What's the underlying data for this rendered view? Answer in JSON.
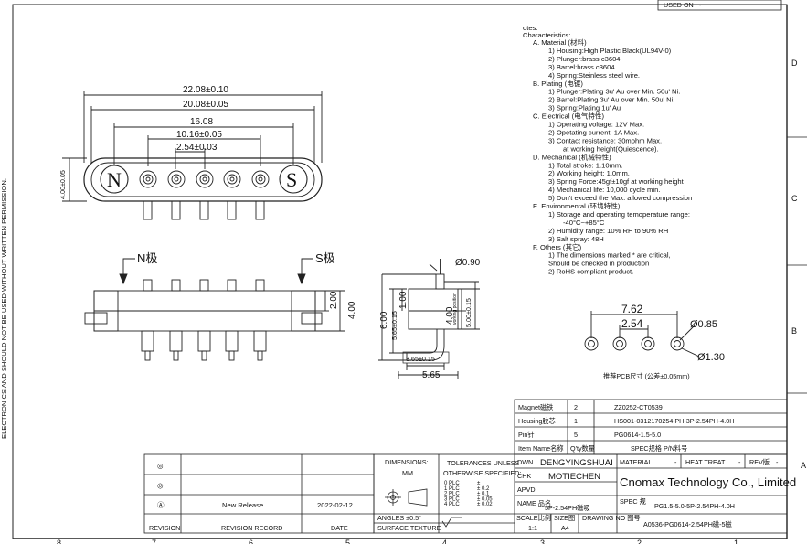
{
  "header_box": {
    "used_on": "USED ON",
    "dash": "-"
  },
  "side_text": "ELECTRONICS AND SHOULD NOT BE USED WITHOUT WRITTEN PERMISSION.",
  "zones_right": [
    "D",
    "C",
    "B",
    "A"
  ],
  "zones_bottom": [
    "8",
    "7",
    "6",
    "5",
    "4",
    "3",
    "2",
    "1"
  ],
  "notes": {
    "title": "otes:",
    "subtitle": "Characteristics:",
    "lines": [
      "A. Material (材料)",
      "1) Housing:High Plastic Black(UL94V-0)",
      "2) Plunger:brass c3604",
      "3) Barrel:brass c3604",
      "4) Spring:Steinless steel wire.",
      "B. Plating (电镀)",
      "1) Plunger:Plating 3u' Au over Min. 50u' Ni.",
      "2) Barrel:Plating 3u' Au over Min. 50u' Ni.",
      "3) Spring:Plating  1u' Au",
      "C. Electrical (电气特性)",
      "1) Operating voltage: 12V Max.",
      "2) Opetating current: 1A Max.",
      "3) Contact resistance: 30mohm Max.",
      "at working height(Quiescence).",
      "D. Mechanical (机械特性)",
      "1) Total stroke: 1.10mm.",
      "2) Working height: 1.0mm.",
      "3) Spring Force:45gf±10gf at working height",
      "4) Mechanical life: 10,000 cycle min.",
      "5) Don't exceed the Max. allowed compression",
      "E. Environmental (环境特性)",
      "1) Storage and operating temoperature range:",
      "-40°C~+85°C",
      "2) Humidity range: 10% RH to 90% RH",
      "3) Salt spray: 48H",
      "F. Others (其它)",
      "1) The dimensions marked * are critical,",
      "Should be checked in production",
      "2) RoHS compliant product."
    ]
  },
  "top_view": {
    "dims": [
      "22.08±0.10",
      "20.08±0.05",
      "16.08",
      "10.16±0.05",
      "2.54±0.03",
      "4.00±0.05"
    ],
    "pole_n": "N",
    "pole_s": "S"
  },
  "front_view": {
    "label_n": "N极",
    "label_s": "S极",
    "dims": [
      "2.00",
      "4.00"
    ]
  },
  "side_view": {
    "dims": [
      "Ø0.90",
      "1.00",
      "5.65±0.15",
      "6.00",
      "4.00",
      "working position",
      "5.00±0.15",
      "3.65±0.15",
      "5.65"
    ]
  },
  "pcb_layout": {
    "dims": [
      "7.62",
      "2.54",
      "Ø0.85",
      "Ø1.30"
    ],
    "caption": "推荐PCB尺寸 (公差±0.05mm)"
  },
  "bom": [
    {
      "name": "Magnet磁铁",
      "qty": "2",
      "pn": "ZZ0252-CT0539"
    },
    {
      "name": "Housing胶芯",
      "qty": "1",
      "pn": "HS001-0312170254 PH-3P-2.54PH-4.0H"
    },
    {
      "name": "Pin针",
      "qty": "5",
      "pn": "PG0614-1.5-5.0"
    },
    {
      "name": "Item Name名称",
      "qty": "Q'ty数量",
      "pn": "SPEC规格 P/N料号"
    }
  ],
  "revision": {
    "rows": [
      {
        "mark": "◎",
        "desc": "",
        "date": ""
      },
      {
        "mark": "◎",
        "desc": "",
        "date": ""
      },
      {
        "mark": "Ⓐ",
        "desc": "New Release",
        "date": "2022-02-12"
      }
    ],
    "headers": [
      "REVISION",
      "REVISION RECORD",
      "DATE"
    ]
  },
  "title_block": {
    "dimensions_label": "DIMENSIONS:",
    "dimensions_unit": "MM",
    "tol_title": "TOLERANCES UNLESS",
    "tol_sub": "OTHERWISE SPECIFIED:",
    "tolerances": [
      {
        "place": "0 PLC",
        "val": "±"
      },
      {
        "place": "1 PLC",
        "val": "± 0.2"
      },
      {
        "place": "2 PLC",
        "val": "± 0.1"
      },
      {
        "place": "3 PLC",
        "val": "± 0.05"
      },
      {
        "place": "4 PLC",
        "val": "± 0.02"
      }
    ],
    "angles": "ANGLES  ±0.5°",
    "surface": "SURFACE TEXTURE",
    "dwn_label": "DWN",
    "dwn_value": "DENGYINGSHUAI",
    "chk_label": "CHK",
    "chk_value": "MOTIECHEN",
    "apvd_label": "APVD",
    "name_label": "NAME 品名",
    "name_value": "5P-2.54PH磁吸",
    "material_label": "MATERIAL",
    "heat_label": "HEAT TREAT",
    "dash": "-",
    "rev_label": "REV版",
    "rev_value": "-",
    "company": "Cnomax Technology Co., Limited",
    "spec_label": "SPEC 规",
    "spec_value": "PG1.5-5.0-5P-2.54PH-4.0H",
    "scale_label": "SCALE比例",
    "scale_value": "1:1",
    "size_label": "SIZE图",
    "size_value": "A4",
    "drawing_label": "DRAWING NO 图号",
    "drawing_value": "A0536-PG0614-2.54PH磁-5磁"
  }
}
